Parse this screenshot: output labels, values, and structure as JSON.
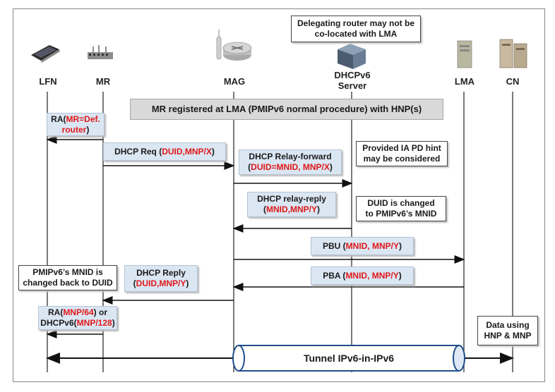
{
  "nodes": {
    "lfn": "LFN",
    "mr": "MR",
    "mag": "MAG",
    "dhcp_line1": "DHCPv6",
    "dhcp_line2": "Server",
    "lma": "LMA",
    "cn": "CN"
  },
  "notes": {
    "delegating_line1": "Delegating router may not be",
    "delegating_line2": "co-located with  LMA",
    "ia_pd_line1": "Provided IA PD hint",
    "ia_pd_line2": "may be considered",
    "duid_changed_line1": "DUID is changed",
    "duid_changed_line2": "to PMIPv6’s MNID",
    "mnid_back_line1": "PMIPv6’s MNID is",
    "mnid_back_line2": "changed back to DUID",
    "data_using_line1": "Data using",
    "data_using_line2": "HNP & MNP"
  },
  "banner": "MR registered at LMA (PMIPv6 normal procedure) with HNP(s)",
  "messages": {
    "ra_prefix": "RA(",
    "ra_red1": "MR=Def.",
    "ra_red2": "router",
    "ra_suffix": ")",
    "dhcp_req": "DHCP Req (",
    "dhcp_req_red": "DUID,MNP/X",
    "relay_fwd": "DHCP Relay-forward",
    "relay_fwd_red": "DUID=MNID, MNP/X",
    "relay_reply": "DHCP relay-reply",
    "relay_reply_red": "MNID,MNP/Y",
    "pbu": "PBU (",
    "pbu_red": "MNID, MNP/Y",
    "pba": "PBA (",
    "pba_red": "MNID, MNP/Y",
    "dhcp_reply": "DHCP Reply",
    "dhcp_reply_red": "DUID,MNP/Y",
    "ra2_prefix": "RA(",
    "ra2_red": "MNP/64",
    "ra2_suffix": ") or",
    "dhcpv6_prefix": "DHCPv6(",
    "dhcpv6_red": "MNP/128",
    "close": ")",
    "tunnel": "Tunnel IPv6-in-IPv6"
  },
  "colors": {
    "accent_red": "#e01818",
    "box_blue": "#dbe6f3",
    "banner_grey": "#d9d9d9"
  }
}
